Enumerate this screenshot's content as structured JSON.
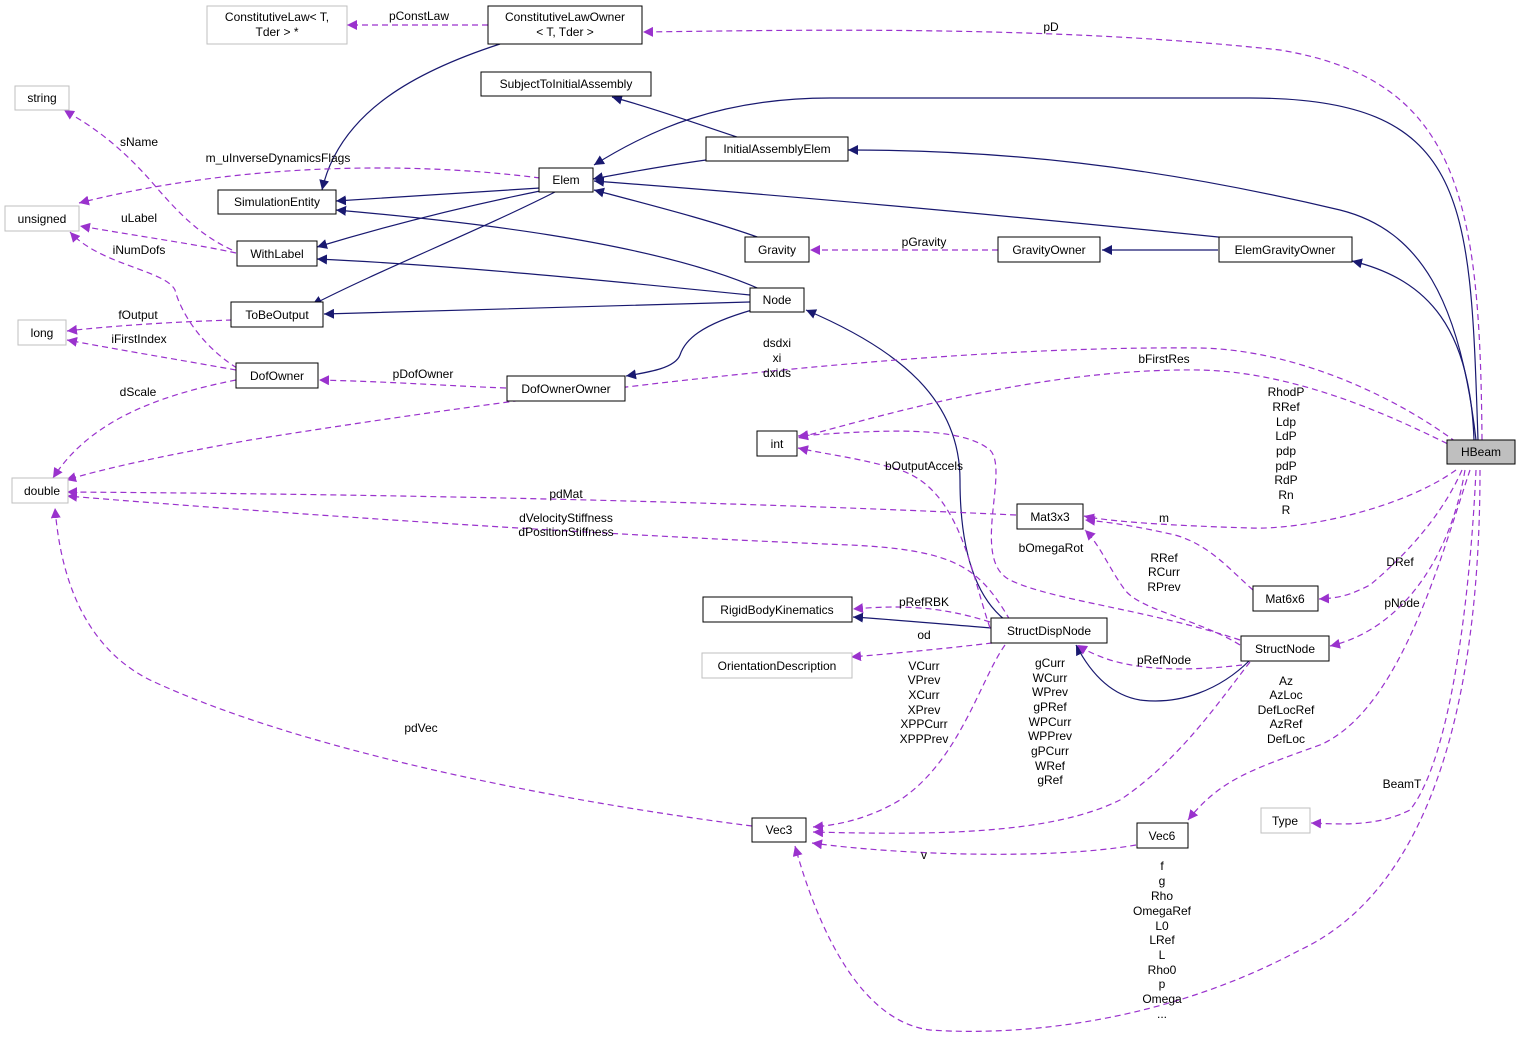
{
  "colors": {
    "inherit": "#191970",
    "usage": "#9a32cd",
    "external_border": "#bfbfbf",
    "root_fill": "#bfbfbf"
  },
  "nodes": {
    "hbeam": "HBeam",
    "constitutive_law": [
      "ConstitutiveLaw< T,",
      "Tder > *"
    ],
    "constitutive_law_owner": [
      "ConstitutiveLawOwner",
      "< T, Tder >"
    ],
    "subject_to_initial_assembly": "SubjectToInitialAssembly",
    "initial_assembly_elem": "InitialAssemblyElem",
    "string": "string",
    "elem": "Elem",
    "simulation_entity": "SimulationEntity",
    "unsigned": "unsigned",
    "with_label": "WithLabel",
    "gravity": "Gravity",
    "gravity_owner": "GravityOwner",
    "elem_gravity_owner": "ElemGravityOwner",
    "node": "Node",
    "long": "long",
    "to_be_output": "ToBeOutput",
    "dof_owner": "DofOwner",
    "dof_owner_owner": "DofOwnerOwner",
    "int": "int",
    "double": "double",
    "mat3x3": "Mat3x3",
    "mat6x6": "Mat6x6",
    "rigid_body_kinematics": "RigidBodyKinematics",
    "struct_disp_node": "StructDispNode",
    "orientation_description": "OrientationDescription",
    "struct_node": "StructNode",
    "vec3": "Vec3",
    "vec6": "Vec6",
    "type": "Type"
  },
  "edge_labels": {
    "pConstLaw": [
      "pConstLaw"
    ],
    "pD": [
      "pD"
    ],
    "sName": [
      "sName"
    ],
    "m_uInverseDynamicsFlags": [
      "m_uInverseDynamicsFlags"
    ],
    "uLabel": [
      "uLabel"
    ],
    "iNumDofs": [
      "iNumDofs"
    ],
    "pGravity": [
      "pGravity"
    ],
    "fOutput": [
      "fOutput"
    ],
    "iFirstIndex": [
      "iFirstIndex"
    ],
    "dsdxi": [
      "dsdxi",
      "xi",
      "dxids"
    ],
    "bFirstRes": [
      "bFirstRes"
    ],
    "pDofOwner": [
      "pDofOwner"
    ],
    "dScale": [
      "dScale"
    ],
    "mat3x3_members": [
      "RhodP",
      "RRef",
      "Ldp",
      "LdP",
      "pdp",
      "pdP",
      "RdP",
      "Rn",
      "R"
    ],
    "bOutputAccels": [
      "bOutputAccels"
    ],
    "pdMat": [
      "pdMat"
    ],
    "stiffness": [
      "dVelocityStiffness",
      "dPositionStiffness"
    ],
    "m": [
      "m"
    ],
    "bOmegaRot": [
      "bOmegaRot"
    ],
    "rrefs": [
      "RRef",
      "RCurr",
      "RPrev"
    ],
    "DRef": [
      "DRef"
    ],
    "pRefRBK": [
      "pRefRBK"
    ],
    "pNode": [
      "pNode"
    ],
    "od": [
      "od"
    ],
    "pRefNode": [
      "pRefNode"
    ],
    "vcurr": [
      "VCurr",
      "VPrev",
      "XCurr",
      "XPrev",
      "XPPCurr",
      "XPPPrev"
    ],
    "gcurr": [
      "gCurr",
      "WCurr",
      "WPrev",
      "gPRef",
      "WPCurr",
      "WPPrev",
      "gPCurr",
      "WRef",
      "gRef"
    ],
    "az": [
      "Az",
      "AzLoc",
      "DefLocRef",
      "AzRef",
      "DefLoc"
    ],
    "pdVec": [
      "pdVec"
    ],
    "BeamT": [
      "BeamT"
    ],
    "v": [
      "v"
    ],
    "vec3_members": [
      "f",
      "g",
      "Rho",
      "OmegaRef",
      "L0",
      "LRef",
      "L",
      "Rho0",
      "p",
      "Omega",
      "..."
    ]
  }
}
